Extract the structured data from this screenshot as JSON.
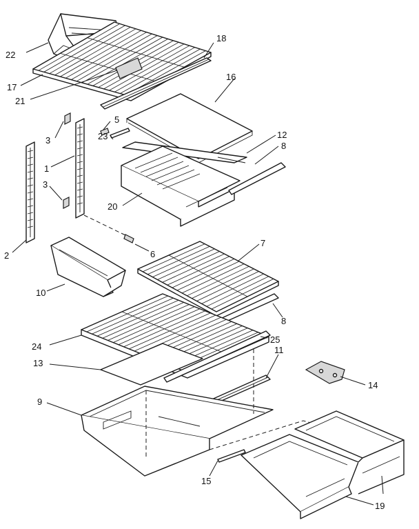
{
  "callouts": [
    {
      "id": "c22",
      "text": "22"
    },
    {
      "id": "c18",
      "text": "18"
    },
    {
      "id": "c17",
      "text": "17"
    },
    {
      "id": "c21",
      "text": "21"
    },
    {
      "id": "c16",
      "text": "16"
    },
    {
      "id": "c3a",
      "text": "3"
    },
    {
      "id": "c5",
      "text": "5"
    },
    {
      "id": "c12",
      "text": "12"
    },
    {
      "id": "c8a",
      "text": "8"
    },
    {
      "id": "c23",
      "text": "23"
    },
    {
      "id": "c1",
      "text": "1"
    },
    {
      "id": "c3b",
      "text": "3"
    },
    {
      "id": "c20",
      "text": "20"
    },
    {
      "id": "c2",
      "text": "2"
    },
    {
      "id": "c6",
      "text": "6"
    },
    {
      "id": "c7",
      "text": "7"
    },
    {
      "id": "c10",
      "text": "10"
    },
    {
      "id": "c8b",
      "text": "8"
    },
    {
      "id": "c24",
      "text": "24"
    },
    {
      "id": "c25",
      "text": "25"
    },
    {
      "id": "c13",
      "text": "13"
    },
    {
      "id": "c11",
      "text": "11"
    },
    {
      "id": "c14",
      "text": "14"
    },
    {
      "id": "c9",
      "text": "9"
    },
    {
      "id": "c15",
      "text": "15"
    },
    {
      "id": "c19",
      "text": "19"
    }
  ]
}
